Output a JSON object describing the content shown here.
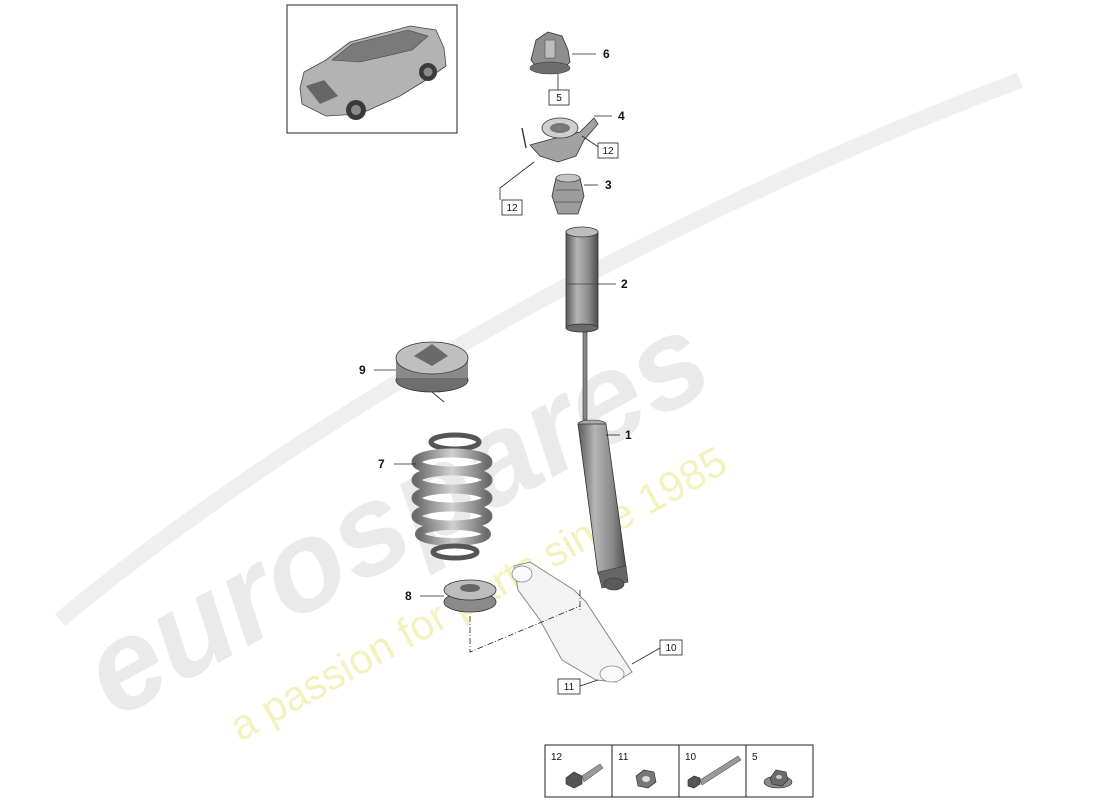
{
  "watermark": {
    "brand": "eurospares",
    "tagline": "a passion for parts since 1985",
    "brand_color": "#e6e6e6",
    "tagline_color": "#f2efb2"
  },
  "callouts": [
    "1",
    "2",
    "3",
    "4",
    "5",
    "6",
    "7",
    "8",
    "9",
    "10",
    "11",
    "12"
  ],
  "ref_boxes": {
    "top": "5",
    "right": "12",
    "left": "12",
    "arm_right": "10",
    "arm_left": "11"
  },
  "legend": [
    {
      "num": "12",
      "icon": "bolt-icon"
    },
    {
      "num": "11",
      "icon": "nut-icon"
    },
    {
      "num": "10",
      "icon": "long-bolt-icon"
    },
    {
      "num": "5",
      "icon": "flange-nut-icon"
    }
  ],
  "colors": {
    "line": "#222222",
    "part_fill": "#9a9a9a",
    "part_dark": "#555555",
    "arm_fill": "#f3f3f3"
  }
}
